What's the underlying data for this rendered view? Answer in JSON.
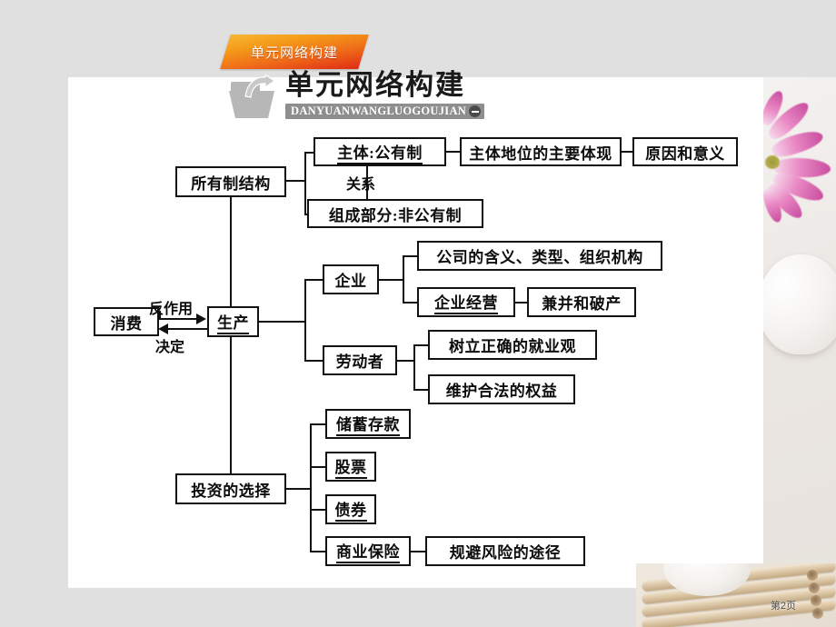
{
  "tab": {
    "label": "单元网络构建"
  },
  "logo": {
    "title": "单元网络构建",
    "pinyin": "DANYUANWANGLUOGOUJIAN",
    "icon": "folder-arrow-icon"
  },
  "footer": {
    "page_label": "第2页"
  },
  "colors": {
    "tab_gradient_start": "#f7b733",
    "tab_gradient_end": "#e02b14",
    "page_background": "#e0e0e1",
    "panel_background": "#ffffff",
    "line": "#121212",
    "flower": "#c94ea0"
  },
  "diagram": {
    "nodes": {
      "ownership_structure": "所有制结构",
      "main_body_public": "主体:公有制",
      "main_body_manifestation": "主体地位的主要体现",
      "reason_and_meaning": "原因和意义",
      "component_nonpublic": "组成部分:非公有制",
      "consumption": "消费",
      "production": "生产",
      "enterprise": "企业",
      "company_meaning_types_org": "公司的含义、类型、组织机构",
      "enterprise_operation": "企业经营",
      "merger_and_bankruptcy": "兼并和破产",
      "worker": "劳动者",
      "correct_employment_view": "树立正确的就业观",
      "protect_legal_rights": "维护合法的权益",
      "investment_choice": "投资的选择",
      "savings_deposit": "储蓄存款",
      "stock": "股票",
      "bond": "债券",
      "commercial_insurance": "商业保险",
      "risk_avoidance_path": "规避风险的途径"
    },
    "edge_labels": {
      "relation": "关系",
      "reaction": "反作用",
      "determines": "决定"
    }
  }
}
